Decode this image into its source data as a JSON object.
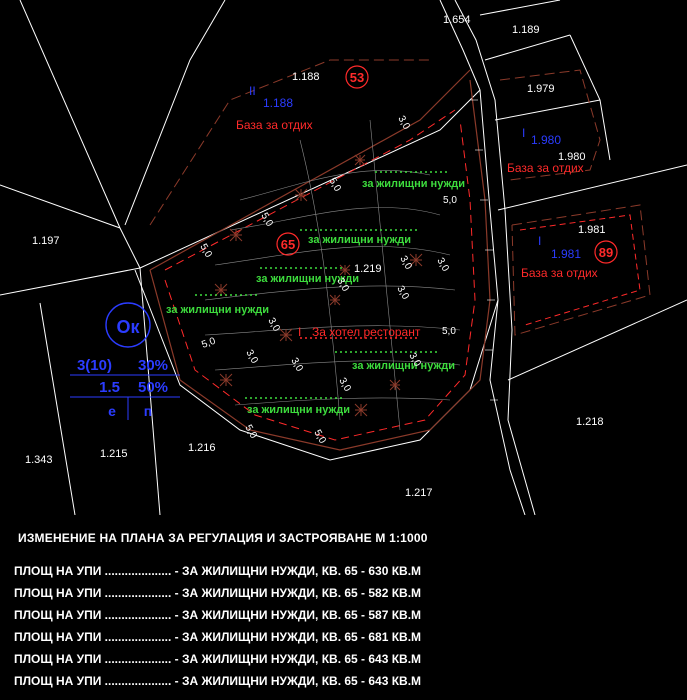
{
  "map": {
    "parcels": {
      "p1188": "1.188",
      "p1188b": "1.188",
      "p1654": "1.654",
      "p1189": "1.189",
      "p1979": "1.979",
      "p1980": "1.980",
      "p1980b": "1.980",
      "p1981": "1.981",
      "p1981b": "1.981",
      "p1197": "1.197",
      "p1219": "1.219",
      "p1218": "1.218",
      "p1343": "1.343",
      "p1215": "1.215",
      "p1216": "1.216",
      "p1217": "1.217"
    },
    "roman_labels": {
      "r53": "II",
      "r1980": "I",
      "r89": "I",
      "r_hotel": "I"
    },
    "block_numbers": {
      "b53": "53",
      "b65": "65",
      "b89": "89"
    },
    "labels": {
      "baza1": "База за отдих",
      "baza2": "База за отдих",
      "baza3": "База за отдих",
      "housing1": "за жилищни нужди",
      "housing2": "за жилищни нужди",
      "housing3": "за жилищни нужди",
      "housing4": "за жилищни нужди",
      "housing5": "за жилищни нужди",
      "housing6": "за жилищни нужди",
      "hotel": "За хотел ресторант"
    },
    "dimensions": [
      "3,0",
      "5,0",
      "5,0",
      "5,0",
      "5,0",
      "3,0",
      "3,0",
      "3,0",
      "3,0",
      "3,0",
      "3,0",
      "3,0",
      "5,0",
      "5,0",
      "3,0",
      "3,0",
      "5,0",
      "5,0"
    ],
    "zone": {
      "name": "Ок",
      "height": "3(10)",
      "density": "30%",
      "kint": "1.5",
      "green": "50%",
      "left_code": "е",
      "right_code": "п"
    },
    "colors": {
      "blue": "#2b3cff",
      "red": "#ff2a2a",
      "green": "#3ddc3d",
      "brown": "#8b3a2a",
      "line": "#ffffff"
    }
  },
  "legend": {
    "title": "ИЗМЕНЕНИЕ НА ПЛАНА ЗА РЕГУЛАЦИЯ И ЗАСТРОЯВАНЕ  М 1:1000",
    "rows": [
      "ПЛОЩ НА УПИ .................... - ЗА ЖИЛИЩНИ НУЖДИ, КВ. 65 - 630 КВ.М",
      "ПЛОЩ НА УПИ .................... - ЗА ЖИЛИЩНИ НУЖДИ, КВ. 65 - 582 КВ.М",
      "ПЛОЩ НА УПИ .................... - ЗА ЖИЛИЩНИ НУЖДИ, КВ. 65 - 587 КВ.М",
      "ПЛОЩ НА УПИ .................... - ЗА ЖИЛИЩНИ НУЖДИ, КВ. 65 - 681 КВ.М",
      "ПЛОЩ НА УПИ .................... - ЗА ЖИЛИЩНИ НУЖДИ, КВ. 65 - 643 КВ.М",
      "ПЛОЩ НА УПИ .................... - ЗА ЖИЛИЩНИ НУЖДИ, КВ. 65 - 643 КВ.М"
    ]
  }
}
